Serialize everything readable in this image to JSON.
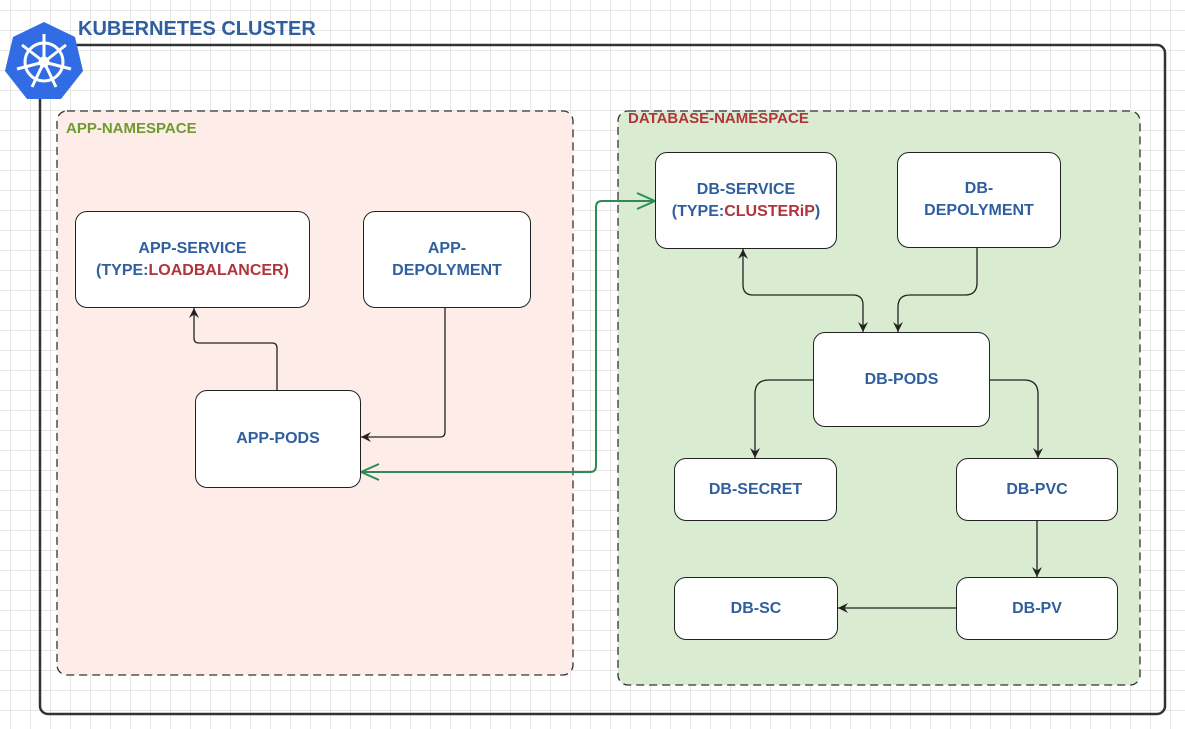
{
  "cluster": {
    "title": "KUBERNETES CLUSTER",
    "icon": "kubernetes-helm-icon"
  },
  "colors": {
    "title_blue": "#2f5f9e",
    "accent_red": "#b0343a",
    "app_namespace_label": "#6e9a2f",
    "app_namespace_fill": "#fdece8",
    "db_namespace_fill": "#d9ecd1",
    "cross_namespace_link": "#2e8b57",
    "kubernetes_blue": "#326ce5"
  },
  "namespaces": {
    "app": {
      "label": "APP-NAMESPACE",
      "nodes": {
        "service": {
          "line1": "APP-SERVICE",
          "type_prefix": "(TYPE:",
          "type_value": "LOADBALANCER",
          "type_suffix": ")"
        },
        "deployment": {
          "line1": "APP-",
          "line2": "DEPOLYMENT"
        },
        "pods": {
          "label": "APP-PODS"
        }
      }
    },
    "database": {
      "label": "DATABASE-NAMESPACE",
      "nodes": {
        "service": {
          "line1": "DB-SERVICE",
          "type_prefix": "(TYPE:",
          "type_value": "CLUSTERiP",
          "type_suffix": ")"
        },
        "deployment": {
          "line1": "DB-",
          "line2": "DEPOLYMENT"
        },
        "pods": {
          "label": "DB-PODS"
        },
        "secret": {
          "label": "DB-SECRET"
        },
        "pvc": {
          "label": "DB-PVC"
        },
        "pv": {
          "label": "DB-PV"
        },
        "sc": {
          "label": "DB-SC"
        }
      }
    }
  }
}
